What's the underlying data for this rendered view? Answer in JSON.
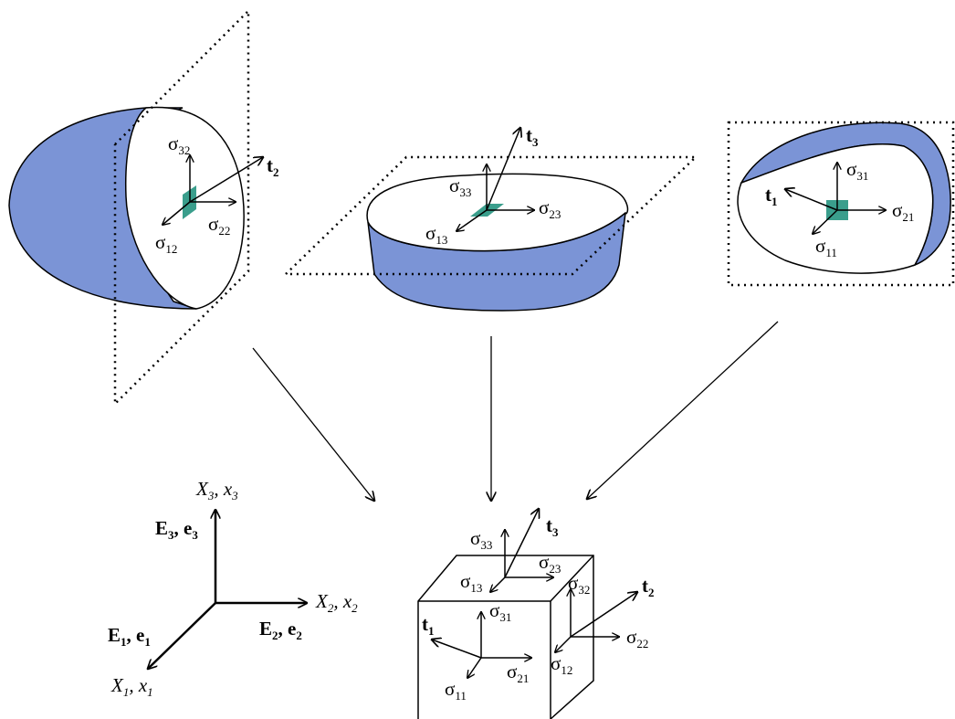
{
  "colors": {
    "cut_fill": "#7b94d6",
    "element_fill": "#3a9e8c",
    "line": "#000000"
  },
  "arrowhead_icon": "open-chevron-arrowhead",
  "symbols": {
    "sigma": "σ",
    "t": "t"
  },
  "subscripts": {
    "s11": "11",
    "s12": "12",
    "s13": "13",
    "s21": "21",
    "s22": "22",
    "s23": "23",
    "s31": "31",
    "s32": "32",
    "s33": "33",
    "t1": "1",
    "t2": "2",
    "t3": "3"
  },
  "axes": {
    "x3_upper": "X",
    "x3_upper_sub": "3",
    "x3_sep": ", ",
    "x3_lower": "x",
    "x3_lower_sub": "3",
    "x2_upper": "X",
    "x2_upper_sub": "2",
    "x2_sep": ", ",
    "x2_lower": "x",
    "x2_lower_sub": "2",
    "x1_upper": "X",
    "x1_upper_sub": "1",
    "x1_sep": ", ",
    "x1_lower": "x",
    "x1_lower_sub": "1",
    "e3_upper": "E",
    "e3_upper_sub": "3",
    "e3_sep": ", ",
    "e3_lower": "e",
    "e3_lower_sub": "3",
    "e2_upper": "E",
    "e2_upper_sub": "2",
    "e2_sep": ", ",
    "e2_lower": "e",
    "e2_lower_sub": "2",
    "e1_upper": "E",
    "e1_upper_sub": "1",
    "e1_sep": ", ",
    "e1_lower": "e",
    "e1_lower_sub": "1"
  }
}
